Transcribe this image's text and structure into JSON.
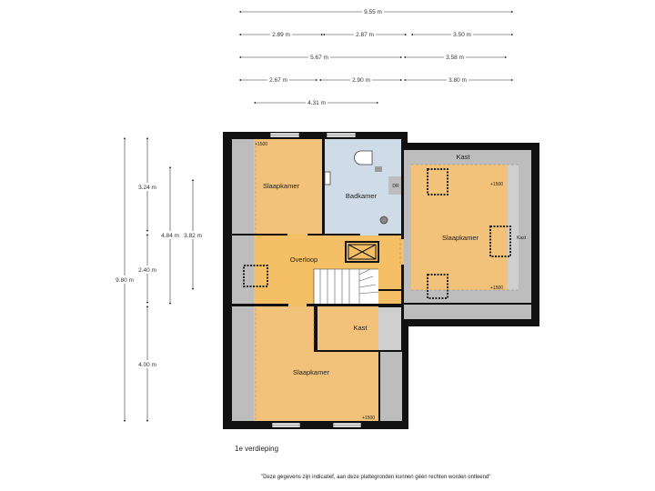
{
  "dimensions": {
    "horizontal": [
      "9.55 m",
      "2.89 m",
      "2.87 m",
      "3.50 m",
      "5.67 m",
      "3.58 m",
      "2.67 m",
      "2.90 m",
      "3.80 m",
      "4.31 m"
    ],
    "vertical": [
      "9.80 m",
      "3.24 m",
      "2.40 m",
      "4.00 m",
      "4.84 m",
      "3.82 m"
    ]
  },
  "rooms": {
    "slaapkamer_top": "Slaapkamer",
    "badkamer": "Badkamer",
    "dr": "DR",
    "kast_right_top": "Kast",
    "slaapkamer_right": "Slaapkamer",
    "kast_right_side": "Kast",
    "overloop": "Overloop",
    "kast_middle": "Kast",
    "slaapkamer_bottom": "Slaapkamer"
  },
  "height_marks": [
    "+1500",
    "+1500",
    "+1500",
    "+1500"
  ],
  "floor_label": "1e verdieping",
  "disclaimer": "\"Deze gegevens zijn indicatief, aan deze plattegronden kunnen géén rechten worden ontleend\"",
  "colors": {
    "wall": "#111111",
    "room_orange": "#f2c27a",
    "landing_orange": "#f5bf66",
    "bathroom_blue": "#cfdbe6",
    "kast_grey": "#cfcfcf",
    "sloped_grey": "#bdbdbd"
  }
}
